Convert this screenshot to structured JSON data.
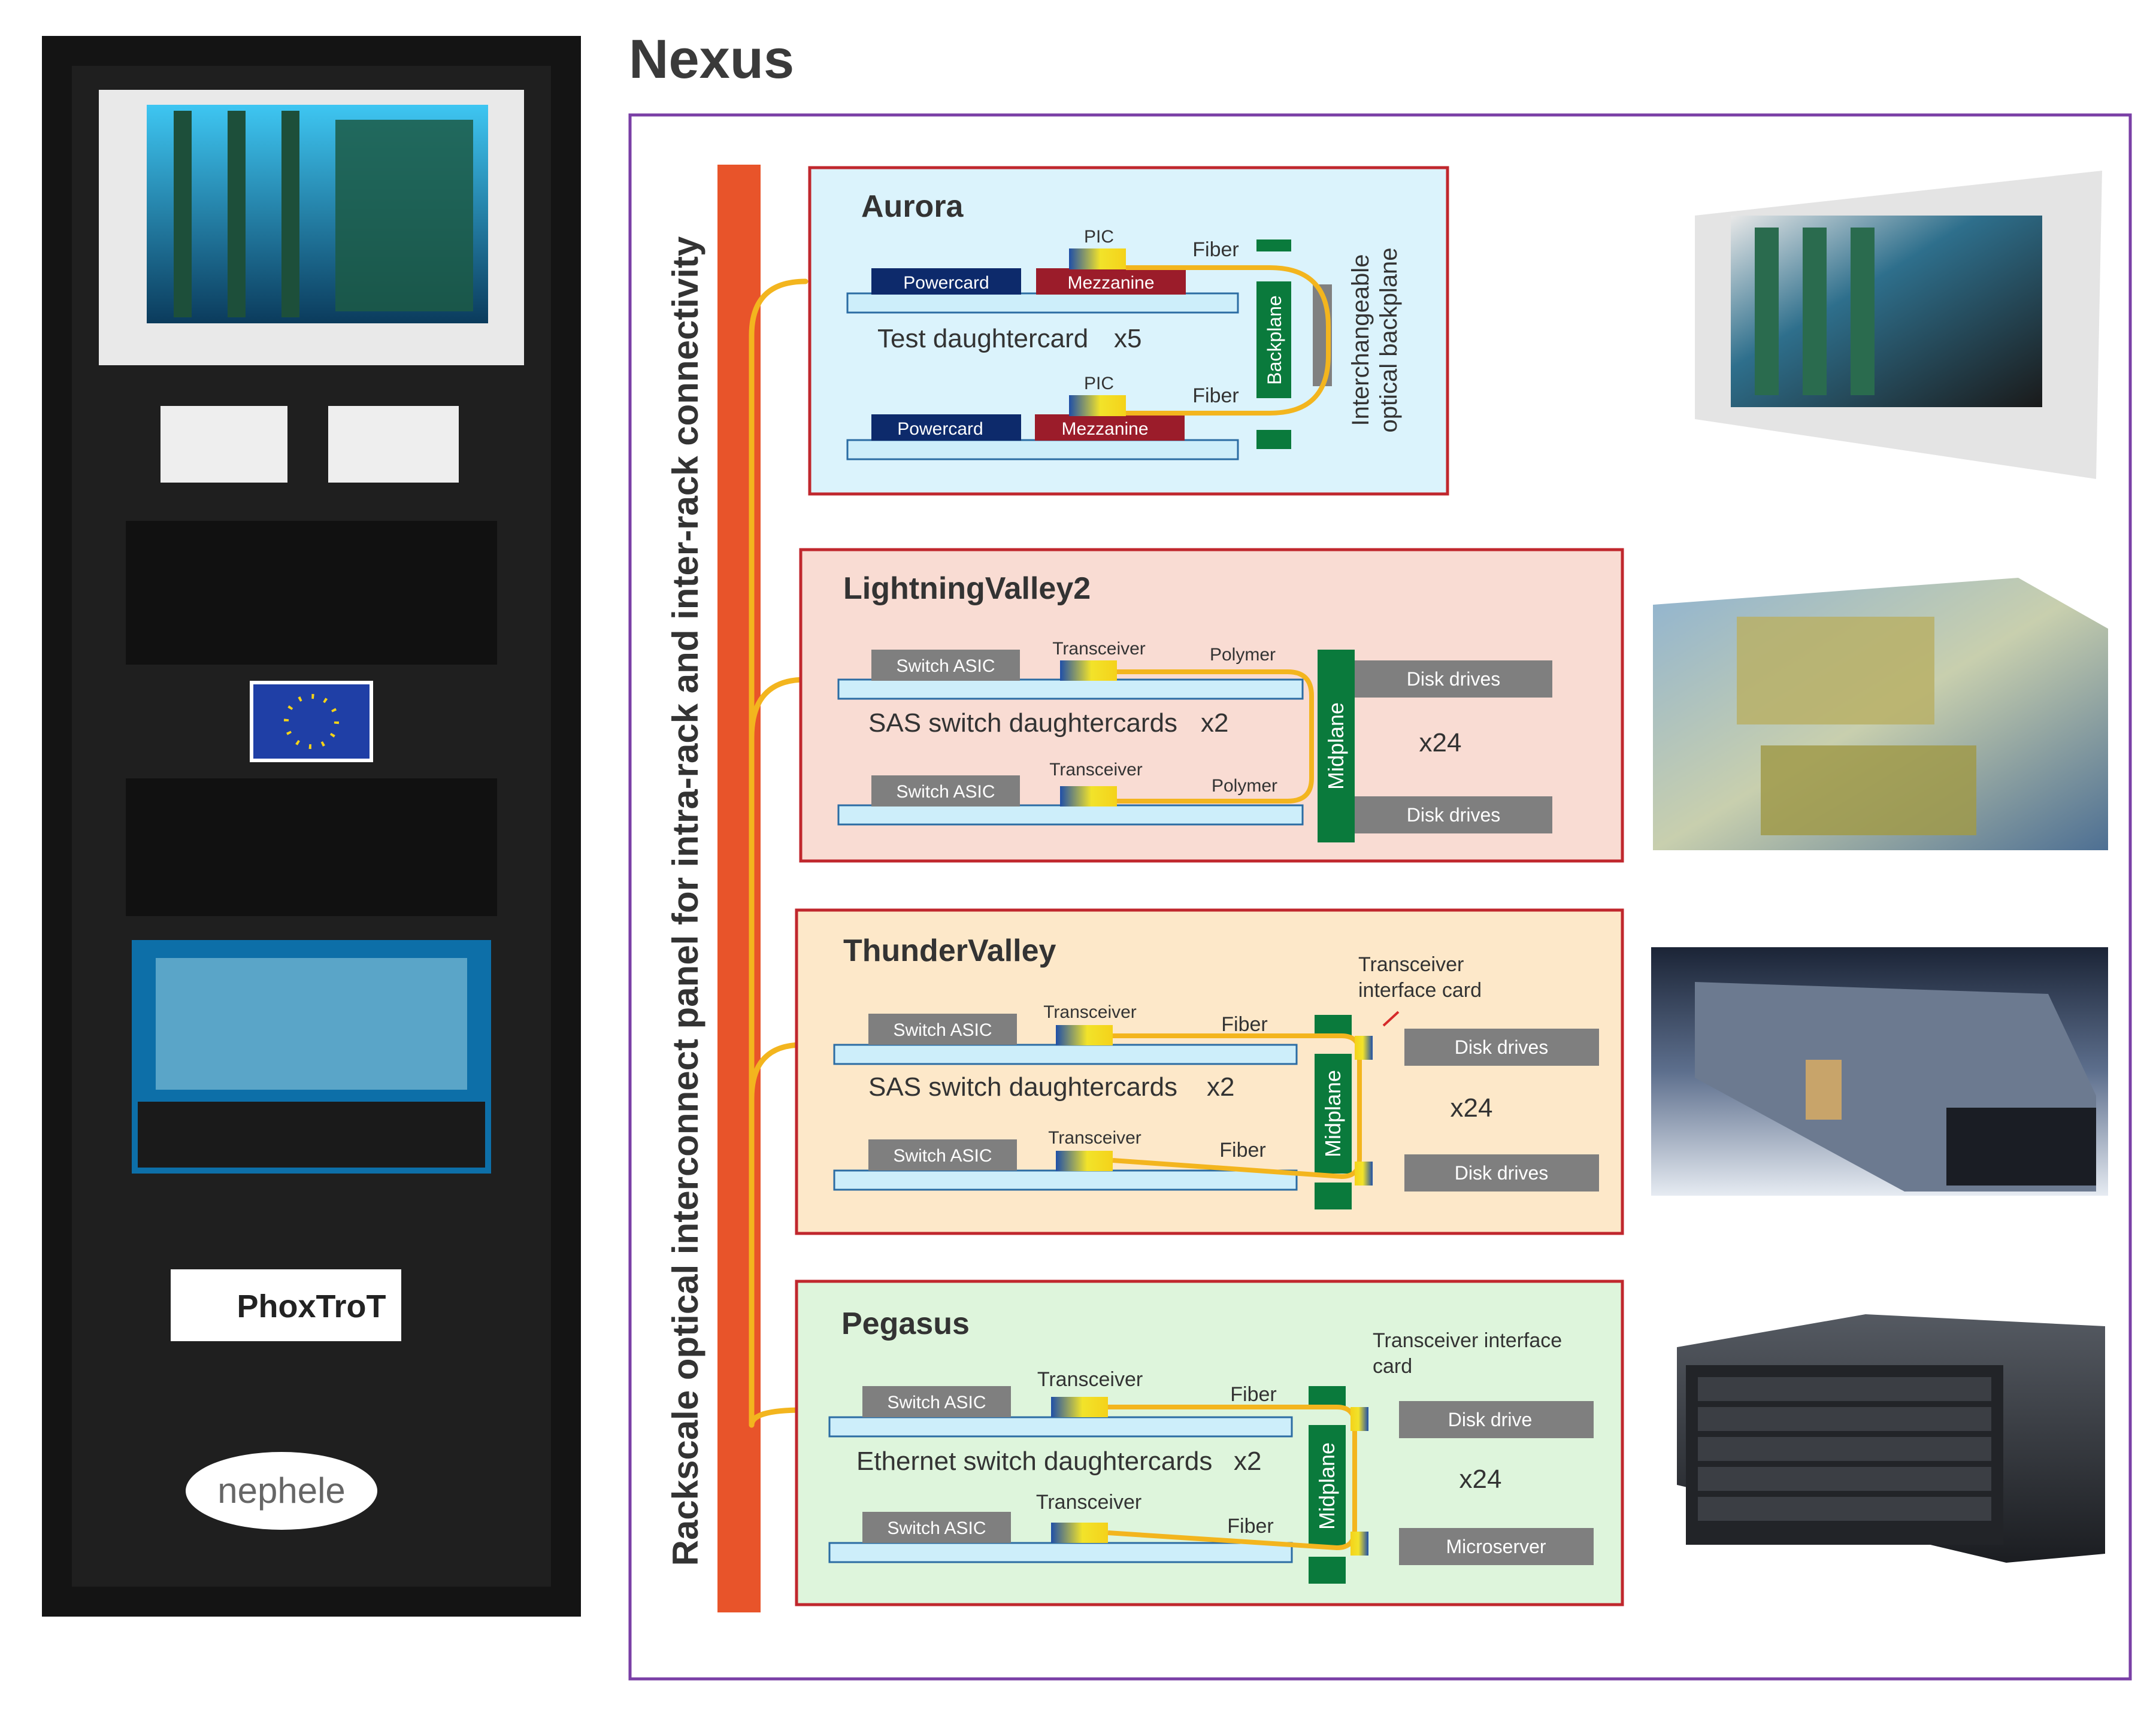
{
  "title": "Nexus",
  "panel_label": "Rackscale optical interconnect panel for intra-rack and inter-rack connectivity",
  "rack_labels": {
    "phoxtrot": "PhoxTroT",
    "nephele": "nephele"
  },
  "colors": {
    "frame": "#7a3fa6",
    "panel_bar": "#e8542a",
    "card_border": "#c0272d",
    "aurora_bg": "#dbf3fc",
    "lightning_bg": "#f9dcd3",
    "thunder_bg": "#fde8c9",
    "pegasus_bg": "#def5dc",
    "grey_box": "#7f7f7f",
    "navy_box": "#0d2a6b",
    "mezz_box": "#9b1c2a",
    "green_plane": "#0a7a3c",
    "board": "#cdeefa",
    "fiber": "#f3b51e"
  },
  "aurora": {
    "title": "Aurora",
    "powercard": "Powercard",
    "mezzanine": "Mezzanine",
    "pic": "PIC",
    "fiber": "Fiber",
    "daughtercard": "Test daughtercard",
    "multiplier": "x5",
    "backplane": "Backplane",
    "optical_backplane_line1": "Interchangeable",
    "optical_backplane_line2": "optical backplane"
  },
  "lightning": {
    "title": "LightningValley2",
    "switch_asic": "Switch ASIC",
    "transceiver": "Transceiver",
    "polymer": "Polymer",
    "daughtercards": "SAS switch daughtercards",
    "multiplier": "x2",
    "midplane": "Midplane",
    "disk_drives": "Disk drives",
    "drives_multiplier": "x24"
  },
  "thunder": {
    "title": "ThunderValley",
    "switch_asic": "Switch ASIC",
    "transceiver": "Transceiver",
    "fiber": "Fiber",
    "daughtercards": "SAS switch daughtercards",
    "multiplier": "x2",
    "midplane": "Midplane",
    "interface_line1": "Transceiver",
    "interface_line2": "interface card",
    "disk_drives": "Disk drives",
    "drives_multiplier": "x24"
  },
  "pegasus": {
    "title": "Pegasus",
    "switch_asic": "Switch ASIC",
    "transceiver": "Transceiver",
    "fiber": "Fiber",
    "daughtercards": "Ethernet switch daughtercards",
    "multiplier": "x2",
    "midplane": "Midplane",
    "interface_line1": "Transceiver interface",
    "interface_line2": "card",
    "disk_drive": "Disk drive",
    "microserver": "Microserver",
    "drives_multiplier": "x24"
  }
}
